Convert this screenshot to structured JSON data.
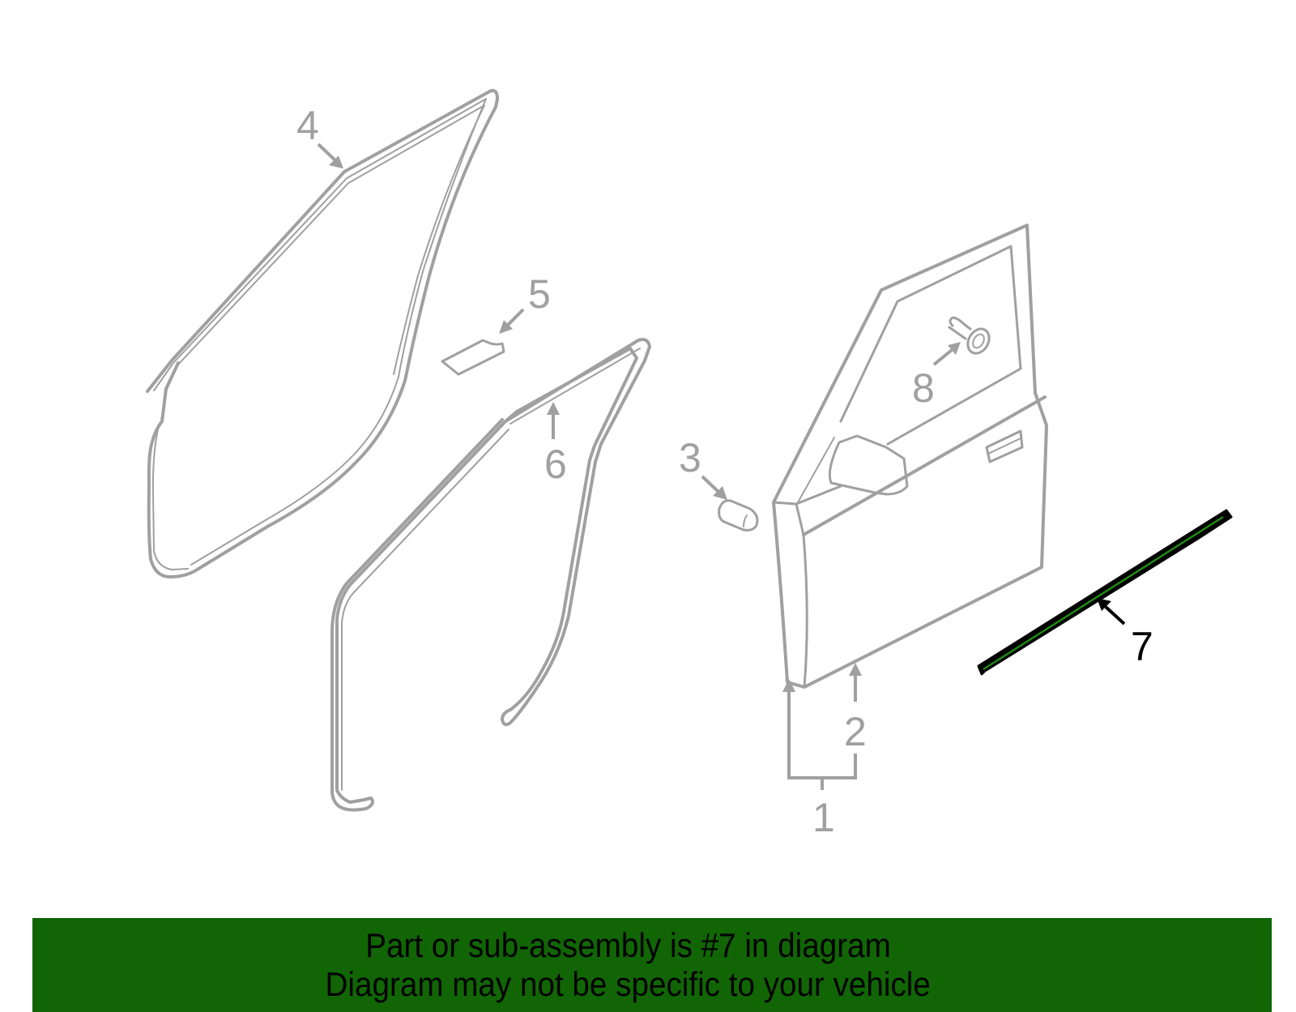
{
  "diagram": {
    "highlighted_part": "7",
    "highlight_color": "#116505",
    "line_color": "#a0a0a0",
    "callouts": [
      {
        "id": "1",
        "label": "1",
        "part": "door-assembly"
      },
      {
        "id": "2",
        "label": "2",
        "part": "door-shell"
      },
      {
        "id": "3",
        "label": "3",
        "part": "bumper-stop"
      },
      {
        "id": "4",
        "label": "4",
        "part": "body-side-weatherstrip"
      },
      {
        "id": "5",
        "label": "5",
        "part": "clip"
      },
      {
        "id": "6",
        "label": "6",
        "part": "door-weatherstrip"
      },
      {
        "id": "7",
        "label": "7",
        "part": "belt-molding"
      },
      {
        "id": "8",
        "label": "8",
        "part": "bolt"
      }
    ]
  },
  "banner": {
    "line1": "Part or sub-assembly is #7 in diagram",
    "line2": "Diagram may not be specific to your vehicle",
    "background": "#116505"
  }
}
